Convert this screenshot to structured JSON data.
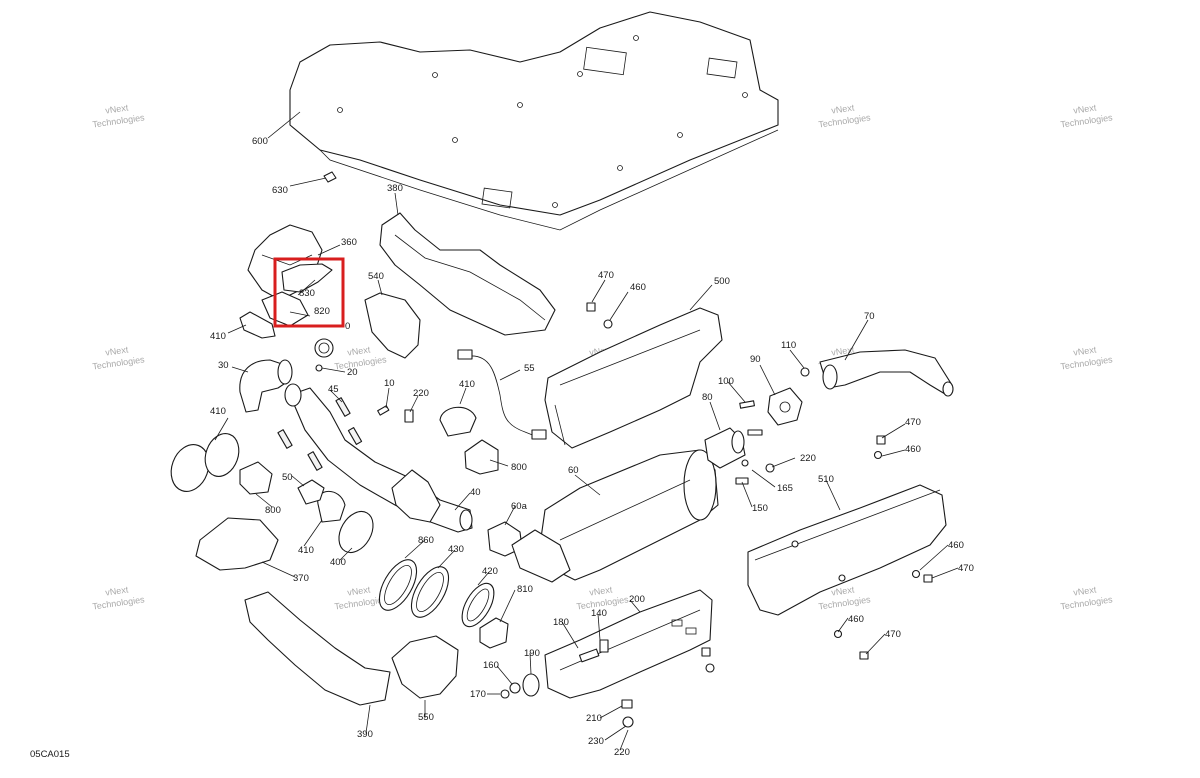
{
  "drawing_code": "05CA015",
  "watermark": {
    "line1": "vNext",
    "line2": "Technologies"
  },
  "highlight_color": "#d81e1e",
  "labels": {
    "p600": "600",
    "p630": "630",
    "p380": "380",
    "p360": "360",
    "p540": "540",
    "p830": "830",
    "p820": "820",
    "p410a": "410",
    "p10a": "0",
    "p30": "30",
    "p20": "20",
    "p45": "45",
    "p10": "10",
    "p220a": "220",
    "p410b": "410",
    "p55": "55",
    "p470a": "470",
    "p460a": "460",
    "p500": "500",
    "p70": "70",
    "p110": "110",
    "p90": "90",
    "p100": "100",
    "p80": "80",
    "p220b": "220",
    "p165": "165",
    "p150": "150",
    "p410c": "410",
    "p800a": "800",
    "p50": "50",
    "p800b": "800",
    "p40": "40",
    "p60": "60",
    "p60a": "60a",
    "p410d": "410",
    "p400": "400",
    "p370": "370",
    "p860": "860",
    "p430": "430",
    "p420": "420",
    "p810": "810",
    "p200": "200",
    "p140": "140",
    "p180": "180",
    "p190": "190",
    "p160": "160",
    "p170": "170",
    "p210": "210",
    "p230": "230",
    "p220c": "220",
    "p390": "390",
    "p550": "550",
    "p510": "510",
    "p470b": "470",
    "p460b": "460",
    "p460c": "460",
    "p470c": "470",
    "p460d": "460",
    "p470d": "470"
  }
}
